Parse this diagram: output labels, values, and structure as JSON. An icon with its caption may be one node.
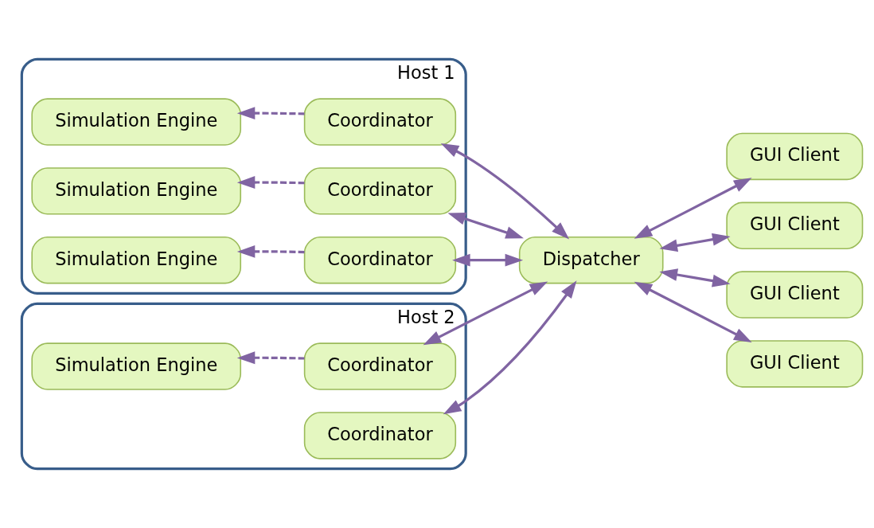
{
  "diagram": {
    "nodes": [
      {
        "text": [
          "Host 1"
        ]
      },
      {
        "text": [
          "Simulation Engine"
        ],
        "in": 0
      },
      {
        "text": [
          "Coordinator"
        ],
        "in": 0
      },
      {
        "text": [
          "Simulation Engine"
        ],
        "in": 0
      },
      {
        "text": [
          "Coordinator"
        ],
        "in": 0
      },
      {
        "text": [
          "Simulation Engine"
        ],
        "in": 0
      },
      {
        "text": [
          "Coordinator"
        ],
        "in": 0
      },
      {
        "text": [
          "Host 2"
        ]
      },
      {
        "text": [
          "Simulation Engine"
        ],
        "in": 7
      },
      {
        "text": [
          "Coordinator"
        ],
        "in": 7
      },
      {
        "text": [
          "Coordinator"
        ],
        "in": 7
      },
      {
        "text": [
          "Dispatcher"
        ]
      },
      {
        "text": [
          "GUI Client"
        ]
      },
      {
        "text": [
          "GUI Client"
        ]
      },
      {
        "text": [
          "GUI Client"
        ]
      },
      {
        "text": [
          "GUI Client"
        ]
      }
    ],
    "edges": [
      {
        "from": 2,
        "to": 1,
        "arrow": "to",
        "style": "dashed"
      },
      {
        "from": 4,
        "to": 3,
        "arrow": "to",
        "style": "dashed"
      },
      {
        "from": 6,
        "to": 5,
        "arrow": "to",
        "style": "dashed"
      },
      {
        "from": 9,
        "to": 8,
        "arrow": "to",
        "style": "dashed"
      },
      {
        "from": 2,
        "to": 11,
        "arrow": "both"
      },
      {
        "from": 4,
        "to": 11,
        "arrow": "both"
      },
      {
        "from": 6,
        "to": 11,
        "arrow": "both"
      },
      {
        "from": 9,
        "to": 11,
        "arrow": "both"
      },
      {
        "from": 10,
        "to": 11,
        "arrow": "both"
      },
      {
        "from": 11,
        "to": 12,
        "arrow": "both"
      },
      {
        "from": 11,
        "to": 13,
        "arrow": "both"
      },
      {
        "from": 11,
        "to": 14,
        "arrow": "both"
      },
      {
        "from": 11,
        "to": 15,
        "arrow": "both"
      }
    ]
  }
}
